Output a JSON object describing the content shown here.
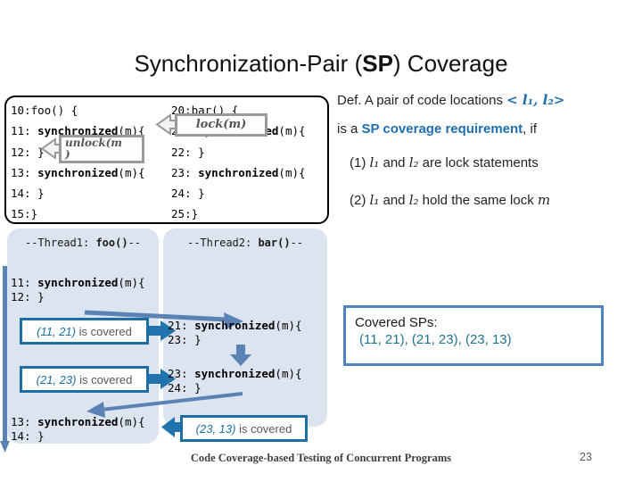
{
  "colors": {
    "accent_blue": "#1f6fb0",
    "teal_list": "#1f7391",
    "covered_box_border": "#1c6ea4",
    "thread_box_bg": "#dce4ef",
    "flow_arrow_blue": "#5b82b5",
    "block_arrow_blue": "#2173ae",
    "callout_gray": "#999999"
  },
  "icons": {
    "right-flow-arrow": "→",
    "down-block-arrow": "⇩",
    "left-block-arrow": "⇦",
    "right-block-arrow": "⇨"
  },
  "title": {
    "pre": "Synchronization-Pair (",
    "strong": "SP",
    "post": ") Coverage"
  },
  "code": {
    "left": [
      {
        "pre": "10:foo() {"
      },
      {
        "pre": "11: ",
        "kw": "synchronized",
        "post": "(m){"
      },
      {
        "pre": "12: }"
      },
      {
        "pre": "13: ",
        "kw": "synchronized",
        "post": "(m){"
      },
      {
        "pre": "14: }"
      },
      {
        "pre": "15:}"
      }
    ],
    "right": [
      {
        "pre": "20:bar() {"
      },
      {
        "pre": "21: ",
        "kw": "synchronized",
        "post": "(m){"
      },
      {
        "pre": "22: }"
      },
      {
        "pre": "23: ",
        "kw": "synchronized",
        "post": "(m){"
      },
      {
        "pre": "24: }"
      },
      {
        "pre": "25:}"
      }
    ],
    "lock_label": "lock(m)",
    "unlock_line1": "unlock(m",
    "unlock_line2": ")"
  },
  "definition": {
    "intro_text": "Def. A pair of code locations ",
    "intro_math": "< l₁, l₂>",
    "req_pre": "is a ",
    "req_term": "SP coverage requirement",
    "req_post": ", if",
    "cond1": {
      "a": "(1) ",
      "b": "l₁",
      "c": " and ",
      "d": "l₂",
      "e": " are lock statements"
    },
    "cond2": {
      "a": "(2) ",
      "b": "l₁",
      "c": " and ",
      "d": "l₂",
      "e": " hold the same lock ",
      "f": "m"
    }
  },
  "threads": {
    "t1": {
      "label": {
        "pre": "--Thread1: ",
        "fn": "foo()",
        "post": "--"
      },
      "block1": {
        "l1": {
          "pre": "11: ",
          "kw": "synchronized",
          "post": "(m){"
        },
        "l2": {
          "pre": "12: }"
        }
      },
      "block2": {
        "l1": {
          "pre": "13: ",
          "kw": "synchronized",
          "post": "(m){"
        },
        "l2": {
          "pre": "14: }"
        }
      }
    },
    "t2": {
      "label": {
        "pre": "--Thread2: ",
        "fn": "bar()",
        "post": "--"
      },
      "block1": {
        "l1": {
          "pre": "21: ",
          "kw": "synchronized",
          "post": "(m){"
        },
        "l2": {
          "pre": "23: }"
        }
      },
      "block2": {
        "l1": {
          "pre": "23: ",
          "kw": "synchronized",
          "post": "(m){"
        },
        "l2": {
          "pre": "24: }"
        }
      }
    }
  },
  "covered_labels": [
    {
      "pair": "(11, 21)",
      "rest": " is covered"
    },
    {
      "pair": "(21, 23)",
      "rest": " is covered"
    },
    {
      "pair": "(23, 13)",
      "rest": " is covered"
    }
  ],
  "covered_sps": {
    "heading": "Covered SPs:",
    "pairs": "(11, 21), (21, 23), (23, 13)"
  },
  "footer": {
    "title": "Code Coverage-based Testing of Concurrent Programs",
    "page": "23"
  }
}
